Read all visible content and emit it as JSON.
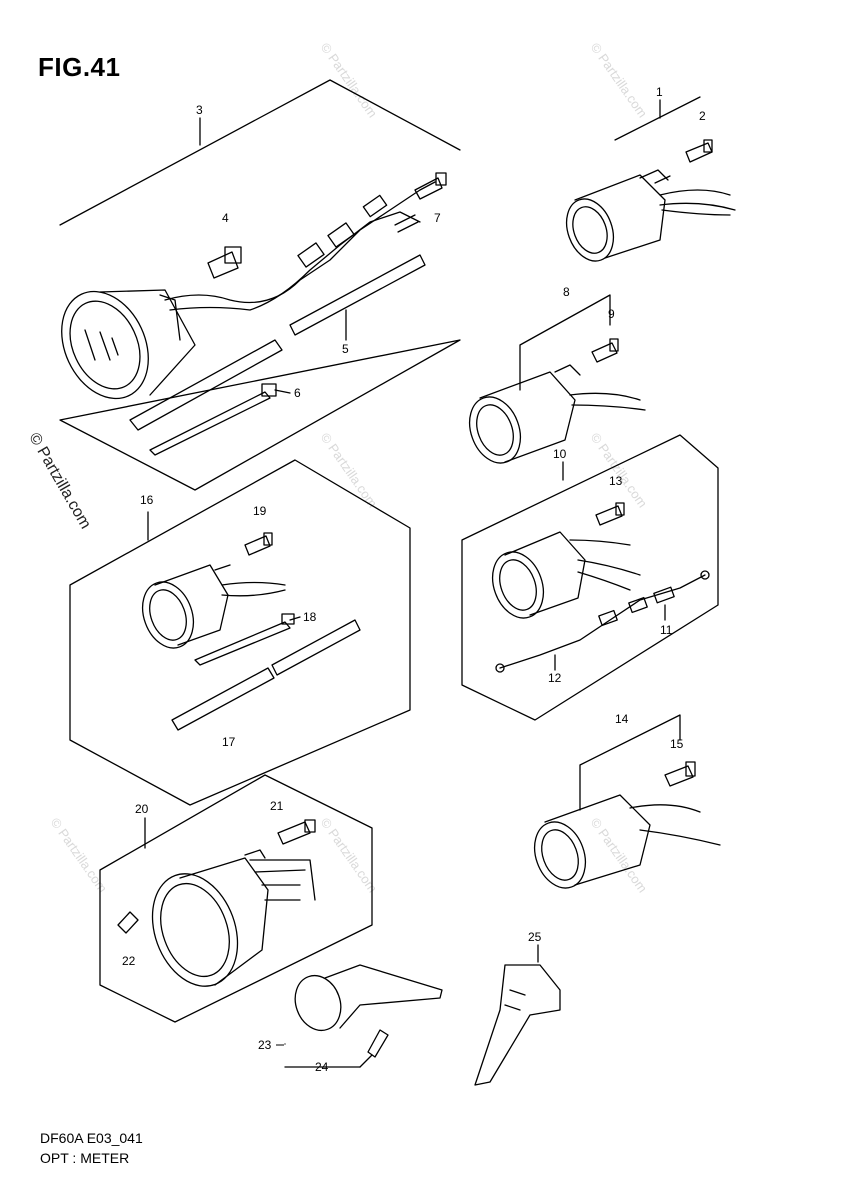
{
  "figure": {
    "title": "FIG.41",
    "code": "DF60A E03_041",
    "caption": "OPT : METER"
  },
  "watermark": {
    "text": "© Partzilla.com"
  },
  "callouts": [
    "1",
    "2",
    "3",
    "4",
    "5",
    "6",
    "7",
    "8",
    "9",
    "10",
    "11",
    "12",
    "13",
    "14",
    "15",
    "16",
    "17",
    "18",
    "19",
    "20",
    "21",
    "22",
    "23",
    "24",
    "25"
  ]
}
